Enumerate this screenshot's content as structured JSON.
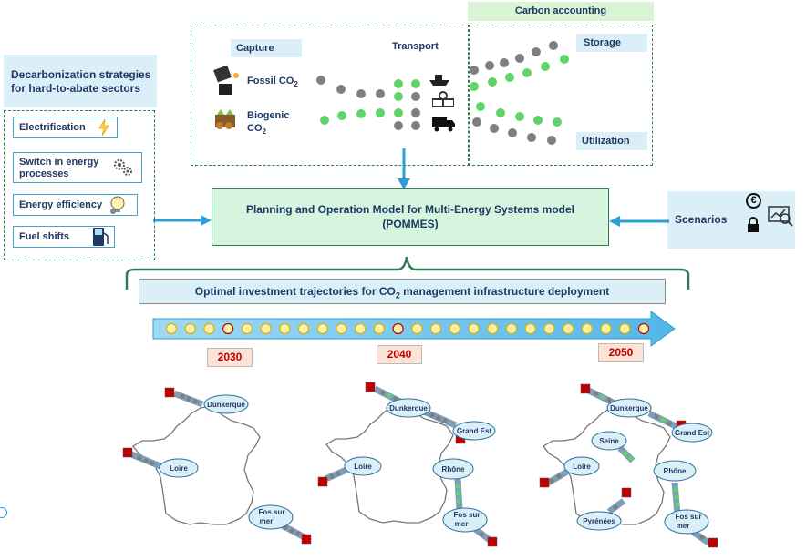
{
  "strategies": {
    "title_line1": "Decarbonization strategies",
    "title_line2": "for hard-to-abate sectors",
    "items": [
      {
        "label": "Electrification",
        "icon": "lightning-icon"
      },
      {
        "label_line1": "Switch in energy",
        "label_line2": "processes",
        "icon": "gears-icon"
      },
      {
        "label": "Energy efficiency",
        "icon": "bulb-icon"
      },
      {
        "label": "Fuel shifts",
        "icon": "fuel-pump-icon"
      }
    ]
  },
  "chain": {
    "capture": "Capture",
    "transport": "Transport",
    "storage": "Storage",
    "utilization": "Utilization",
    "carbon_accounting": "Carbon accounting",
    "fossil": "Fossil CO",
    "biogenic_line1": "Biogenic",
    "biogenic_line2": "CO",
    "sub2": "2"
  },
  "model": {
    "line1": "Planning and Operation Model for Multi-Energy Systems model",
    "line2": "(POMMES)"
  },
  "scenarios": {
    "label": "Scenarios",
    "euro": "€"
  },
  "trajectory": {
    "prefix": "Optimal investment trajectories for CO",
    "sub": "2",
    "suffix": " management infrastructure deployment"
  },
  "timeline": {
    "years": [
      "2030",
      "2040",
      "2050"
    ],
    "dot_count": 26,
    "highlight_dots": [
      3,
      12,
      25
    ]
  },
  "maps": {
    "m2030": [
      "Dunkerque",
      "Loire",
      "Fos sur",
      "mer"
    ],
    "m2040": [
      "Dunkerque",
      "Grand Est",
      "Loire",
      "Rhône",
      "Fos sur",
      "mer"
    ],
    "m2050": [
      "Dunkerque",
      "Grand Est",
      "Seine",
      "Loire",
      "Rhône",
      "Pyrénées",
      "Fos sur",
      "mer"
    ]
  },
  "colors": {
    "green_border": "#2e7d54",
    "model_fill": "#d6f5df",
    "light_blue": "#dbeff8",
    "dot_green": "#5fd46a",
    "dot_grey": "#7f7f7f",
    "dot_yellow": "#fdf0a8",
    "year_red": "#c00000",
    "arrow_blue": "#2a9fd8",
    "sink_red": "#c00000"
  }
}
